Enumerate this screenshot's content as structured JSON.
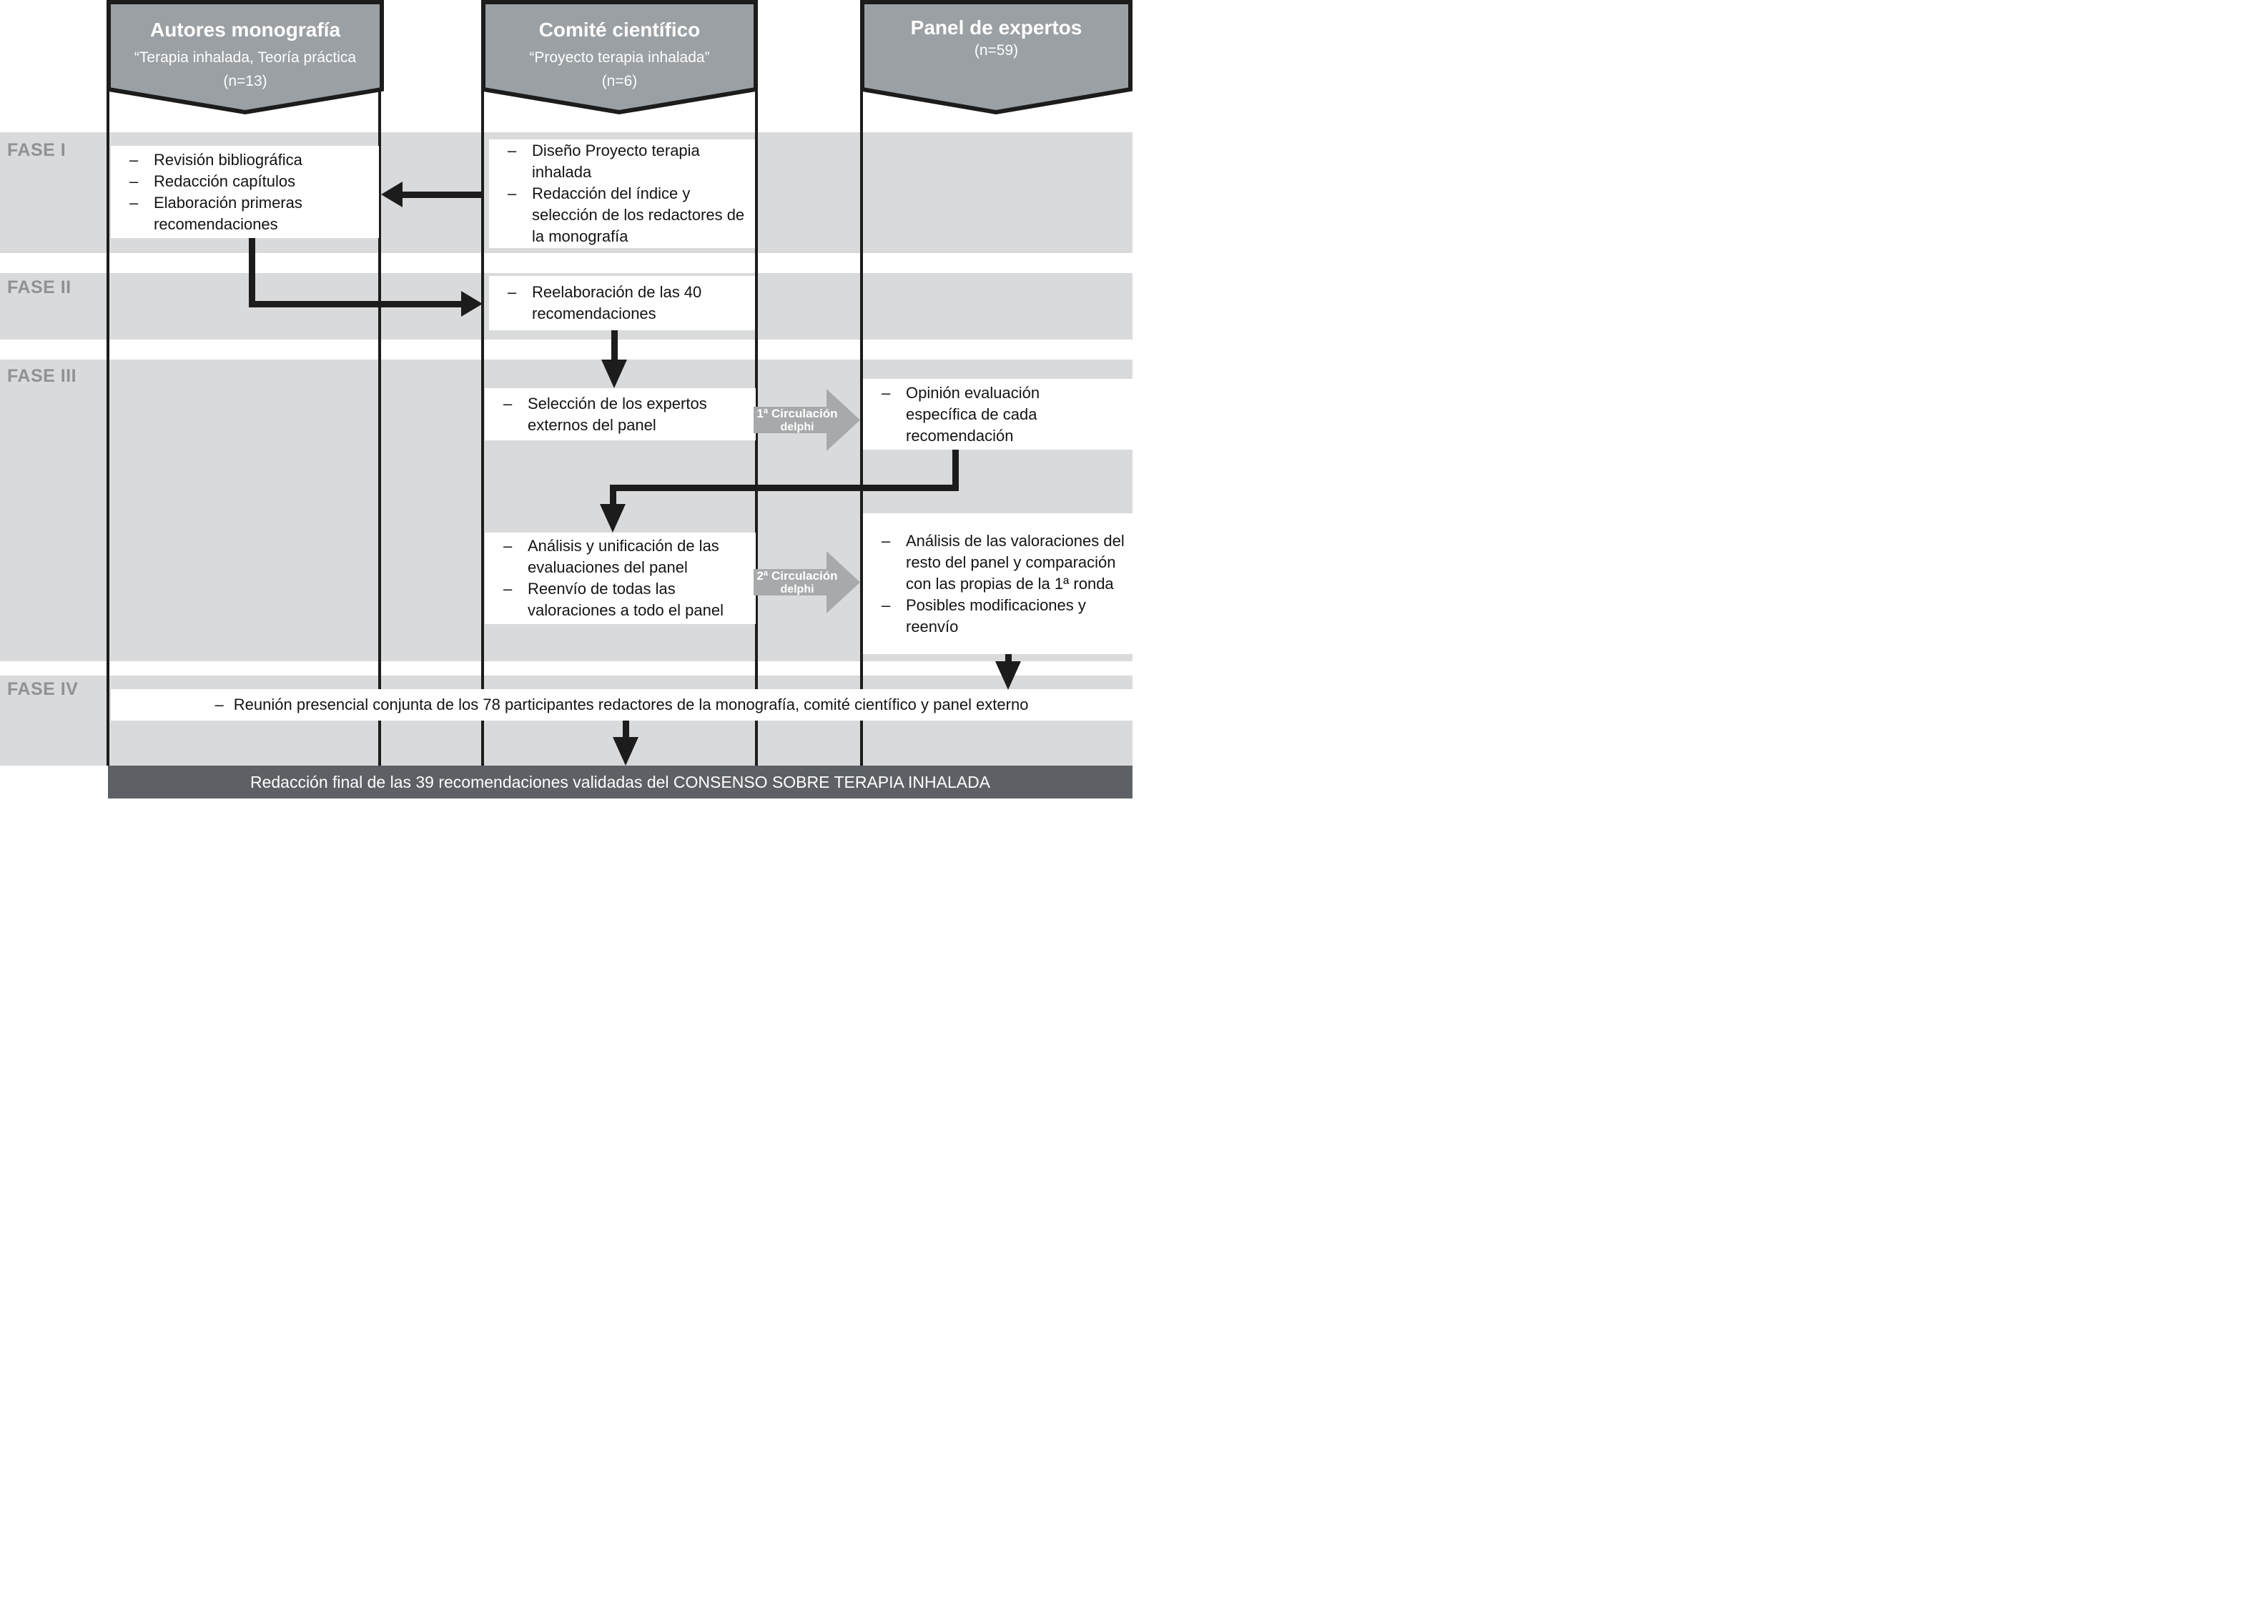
{
  "glyphs": {
    "dash": "–"
  },
  "banners": [
    {
      "title": "Autores monografía",
      "subtitle": "“Terapia inhalada, Teoría práctica",
      "count": "(n=13)"
    },
    {
      "title": "Comité científico",
      "subtitle": "“Proyecto terapia inhalada”",
      "count": "(n=6)"
    },
    {
      "title": "Panel de expertos",
      "count": "(n=59)"
    }
  ],
  "phases": {
    "fase1": "FASE I",
    "fase2": "FASE II",
    "fase3": "FASE III",
    "fase4": "FASE IV"
  },
  "boxes": {
    "autores_fase1": {
      "items": [
        "Revisión bibliográfica",
        "Redacción capítulos",
        "Elaboración primeras recomendaciones"
      ]
    },
    "comite_fase1": {
      "items": [
        "Diseño Proyecto terapia inhalada",
        "Redacción del índice y selección de los redactores de la monografía"
      ]
    },
    "comite_fase2": {
      "items": [
        "Reelaboración de las 40 recomendaciones"
      ]
    },
    "comite_fase3a": {
      "items": [
        "Selección de los expertos externos del panel"
      ]
    },
    "panel_fase3a": {
      "items": [
        "Opinión evaluación específica de cada recomendación"
      ]
    },
    "comite_fase3b": {
      "items": [
        "Análisis y unificación de las evaluaciones del panel",
        "Reenvío de todas las valoraciones a todo el panel"
      ]
    },
    "panel_fase3b": {
      "items": [
        "Análisis de las valoraciones del resto del panel y comparación con las propias de la 1ª ronda",
        "Posibles modificaciones y reenvío"
      ]
    },
    "fase4_reunion": {
      "text": "Reunión presencial conjunta de los 78 participantes redactores de la monografía, comité científico y panel externo"
    }
  },
  "delphi": {
    "first": {
      "line1": "1ª Circulación",
      "line2": "delphi"
    },
    "second": {
      "line1": "2ª Circulación",
      "line2": "delphi"
    }
  },
  "footer": {
    "text": "Redacción final de las 39 recomendaciones validadas del CONSENSO SOBRE TERAPIA INHALADA"
  },
  "colors": {
    "band": "#d9dadb",
    "banner": "#9ba0a4",
    "delphi_arrow": "#a6aaab",
    "footer": "#5d6165",
    "phase_label": "#8e9296",
    "line": "#1c1c1c"
  }
}
